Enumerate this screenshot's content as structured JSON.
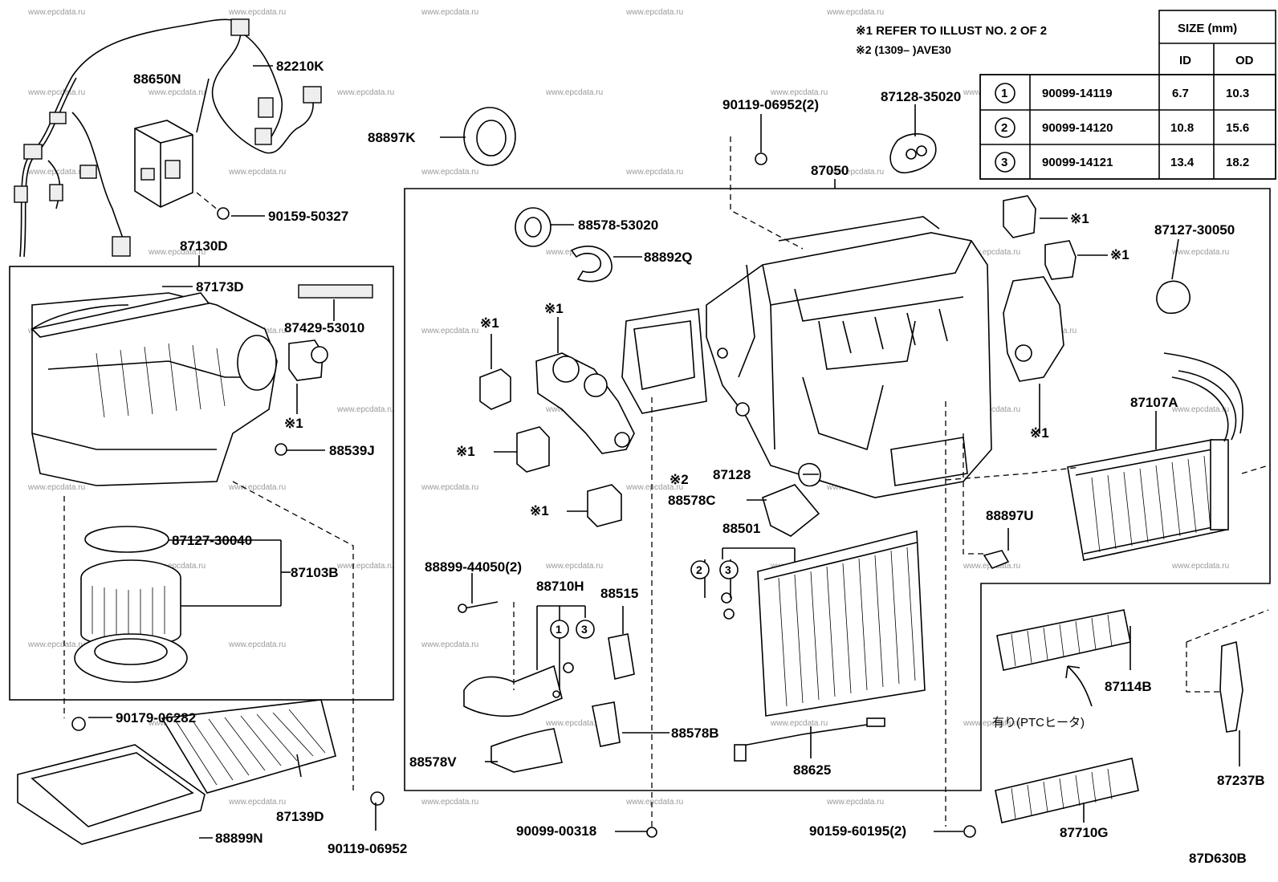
{
  "diagram_code": "87D630B",
  "notes": {
    "note1": "※1 REFER TO ILLUST NO. 2 OF 2",
    "note2": "※2 (1309–        )AVE30"
  },
  "size_table": {
    "title": "SIZE (mm)",
    "col_id": "ID",
    "col_od": "OD",
    "rows": [
      {
        "ref": "1",
        "part": "90099-14119",
        "id": "6.7",
        "od": "10.3"
      },
      {
        "ref": "2",
        "part": "90099-14120",
        "id": "10.8",
        "od": "15.6"
      },
      {
        "ref": "3",
        "part": "90099-14121",
        "id": "13.4",
        "od": "18.2"
      }
    ]
  },
  "marks": {
    "star1": "※1",
    "star2": "※2"
  },
  "callouts": {
    "c1": "1",
    "c2": "2",
    "c3": "3"
  },
  "ptc_note": "有り(PTCヒータ)",
  "watermark": "www.epcdata.ru",
  "parts": {
    "p88650N": "88650N",
    "p82210K": "82210K",
    "p90159_50327": "90159-50327",
    "p87130D": "87130D",
    "p87173D": "87173D",
    "p87429_53010": "87429-53010",
    "p88539J": "88539J",
    "p87127_30040": "87127-30040",
    "p87103B": "87103B",
    "p90179_06282": "90179-06282",
    "p87139D": "87139D",
    "p88899N": "88899N",
    "p90119_06952": "90119-06952",
    "p88897K": "88897K",
    "p90119_06952_2": "90119-06952(2)",
    "p87128_35020": "87128-35020",
    "p87050": "87050",
    "p88578_53020": "88578-53020",
    "p88892Q": "88892Q",
    "p87127_30050": "87127-30050",
    "p87107A": "87107A",
    "p87128": "87128",
    "p88578C": "88578C",
    "p88501": "88501",
    "p88897U": "88897U",
    "p88899_44050": "88899-44050(2)",
    "p88710H": "88710H",
    "p88515": "88515",
    "p88578B": "88578B",
    "p88578V": "88578V",
    "p88625": "88625",
    "p87114B": "87114B",
    "p87237B": "87237B",
    "p87710G": "87710G",
    "p90099_00318": "90099-00318",
    "p90159_60195": "90159-60195(2)"
  }
}
